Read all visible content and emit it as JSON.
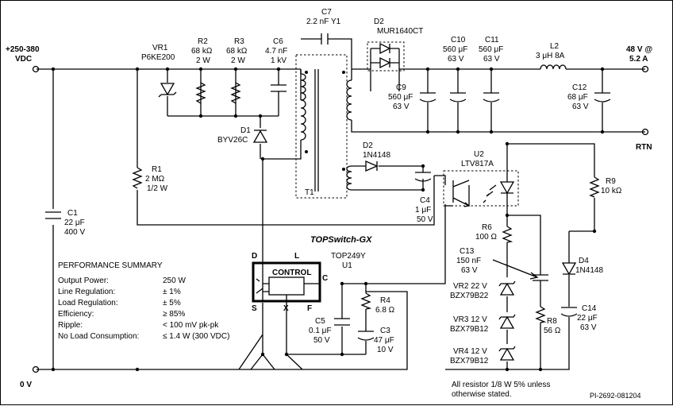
{
  "terminals": {
    "vin_pos": [
      "+250-380",
      "VDC"
    ],
    "vin_neg": "0 V",
    "vout": [
      "48 V @",
      "5.2 A"
    ],
    "rtn": "RTN"
  },
  "components": {
    "vr1": [
      "VR1",
      "P6KE200"
    ],
    "r2": [
      "R2",
      "68 kΩ",
      "2 W"
    ],
    "r3": [
      "R3",
      "68 kΩ",
      "2 W"
    ],
    "c6": [
      "C6",
      "4.7 nF",
      "1 kV"
    ],
    "c7": [
      "C7",
      "2.2 nF Y1"
    ],
    "d2_top": [
      "D2",
      "MUR1640CT"
    ],
    "c10": [
      "C10",
      "560 μF",
      "63 V"
    ],
    "c11": [
      "C11",
      "560 μF",
      "63 V"
    ],
    "l2": [
      "L2",
      "3 μH 8A"
    ],
    "c9": [
      "C9",
      "560 μF",
      "63 V"
    ],
    "c12": [
      "C12",
      "68 μF",
      "63 V"
    ],
    "d1": [
      "D1",
      "BYV26C"
    ],
    "d2_bias": [
      "D2",
      "1N4148"
    ],
    "u2": [
      "U2",
      "LTV817A"
    ],
    "r1": [
      "R1",
      "2 MΩ",
      "1/2 W"
    ],
    "t1": "T1",
    "c4": [
      "C4",
      "1 μF",
      "50 V"
    ],
    "r9": [
      "R9",
      "10 kΩ"
    ],
    "c1": [
      "C1",
      "22 μF",
      "400 V"
    ],
    "r6": [
      "R6",
      "100 Ω"
    ],
    "c13": [
      "C13",
      "150 nF",
      "63 V"
    ],
    "d4": [
      "D4",
      "1N4148"
    ],
    "u1": [
      "TOP249Y",
      "U1"
    ],
    "vr2": [
      "VR2 22 V",
      "BZX79B22"
    ],
    "vr3": [
      "VR3 12 V",
      "BZX79B12"
    ],
    "vr4": [
      "VR4 12 V",
      "BZX79B12"
    ],
    "r4": [
      "R4",
      "6.8 Ω"
    ],
    "c5": [
      "C5",
      "0.1 μF",
      "50 V"
    ],
    "c3": [
      "C3",
      "47 μF",
      "10 V"
    ],
    "r8": [
      "R8",
      "56 Ω"
    ],
    "c14": [
      "C14",
      "22 μF",
      "63 V"
    ]
  },
  "topswitch": {
    "brand": "TOPSwitch-GX",
    "block_label": "CONTROL",
    "pins": {
      "d": "D",
      "l": "L",
      "c": "C",
      "s": "S",
      "x": "X",
      "f": "F"
    }
  },
  "performance": {
    "heading": "PERFORMANCE SUMMARY",
    "rows": [
      {
        "label": "Output Power:",
        "value": "250 W"
      },
      {
        "label": "Line Regulation:",
        "value": "± 1%"
      },
      {
        "label": "Load Regulation:",
        "value": "± 5%"
      },
      {
        "label": "Efficiency:",
        "value": "≥ 85%"
      },
      {
        "label": "Ripple:",
        "value": "< 100 mV pk-pk"
      },
      {
        "label": "No Load Consumption:",
        "value": "≤ 1.4 W (300 VDC)"
      }
    ]
  },
  "notes": [
    "All resistor 1/8 W 5% unless",
    "otherwise stated."
  ],
  "figure_id": "PI-2692-081204"
}
